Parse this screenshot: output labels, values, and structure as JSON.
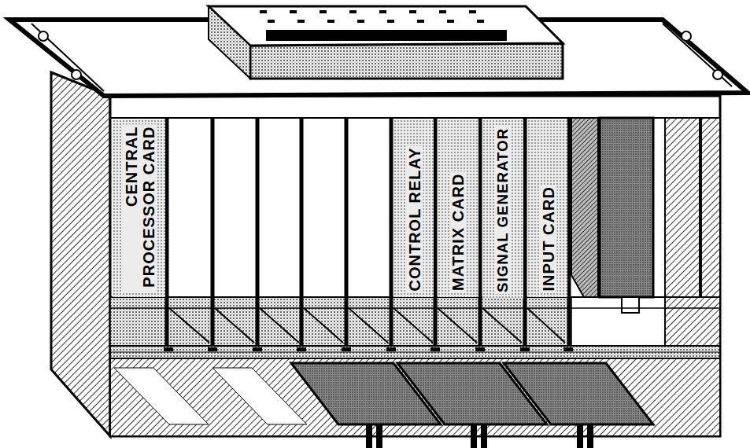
{
  "diagram": {
    "nodes": [
      {
        "text": [
          "CENTRAL PROCESSOR CARD"
        ]
      },
      {
        "text": [
          "CONTROL RELAY"
        ]
      },
      {
        "text": [
          "MATRIX CARD"
        ]
      },
      {
        "text": [
          "SIGNAL GENERATOR"
        ]
      },
      {
        "text": [
          "INPUT CARD"
        ]
      }
    ]
  }
}
